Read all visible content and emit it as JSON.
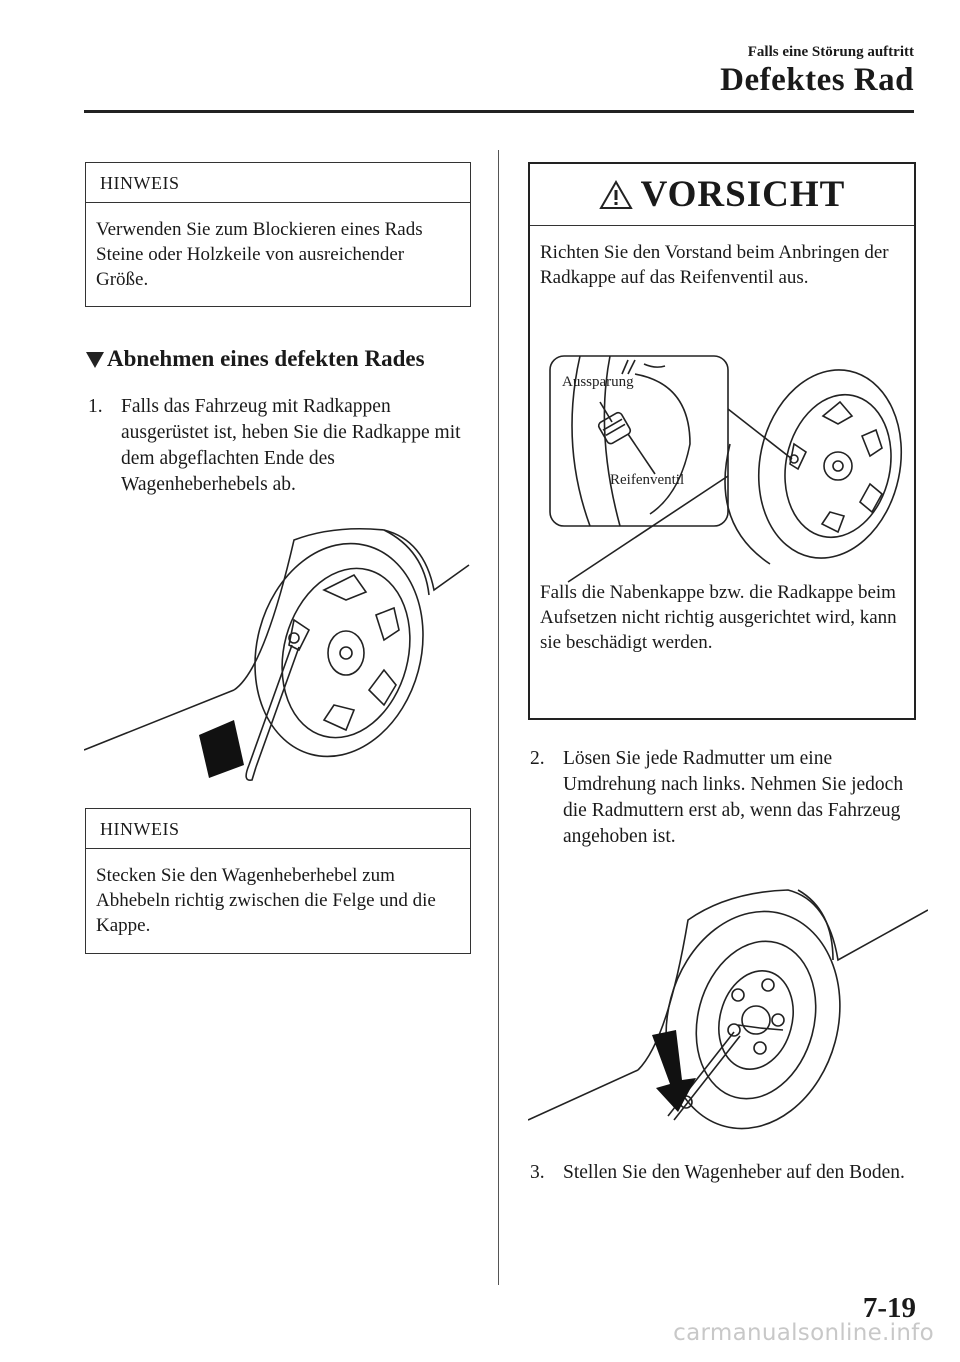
{
  "header": {
    "section": "Falls eine Störung auftritt",
    "title": "Defektes Rad"
  },
  "note1": {
    "heading": "HINWEIS",
    "text": "Verwenden Sie zum Blockieren eines Rads Steine oder Holzkeile von ausreichender Größe."
  },
  "section": {
    "heading": "Abnehmen eines defekten Rades"
  },
  "step1": {
    "number": "1.",
    "text": "Falls das Fahrzeug mit Radkappen ausgerüstet ist, heben Sie die Radkappe mit dem abgeflachten Ende des Wagenheberhebels ab."
  },
  "note2": {
    "heading": "HINWEIS",
    "text": "Stecken Sie den Wagenheberhebel zum Abhebeln richtig zwischen die Felge und die Kappe."
  },
  "caution": {
    "heading": "VORSICHT",
    "text1": "Richten Sie den Vorstand beim Anbringen der Radkappe auf das Reifenventil aus.",
    "label_recess": "Aussparung",
    "label_valve": "Reifenventil",
    "text2": "Falls die Nabenkappe bzw. die Radkappe beim Aufsetzen nicht richtig ausgerichtet wird, kann sie beschädigt werden."
  },
  "step2": {
    "number": "2.",
    "text": "Lösen Sie jede Radmutter um eine Umdrehung nach links. Nehmen Sie jedoch die Radmuttern erst ab, wenn das Fahrzeug angehoben ist."
  },
  "step3": {
    "number": "3.",
    "text": "Stellen Sie den Wagenheber auf den Boden."
  },
  "page_number": "7-19",
  "watermark": "carmanualsonline.info"
}
